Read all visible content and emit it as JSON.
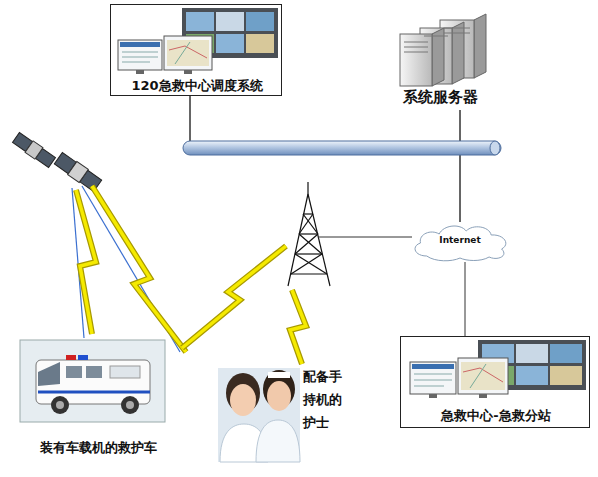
{
  "diagram": {
    "nodes": [
      {
        "text": [
          "120急救中心调度系统"
        ]
      },
      {
        "text": [
          "系统服务器"
        ]
      },
      {
        "text": [
          "Internet"
        ]
      },
      {
        "text": [
          "装有车载机的救护车"
        ]
      },
      {
        "text": [
          "配备手 持机的 护士"
        ]
      },
      {
        "text": [
          "急救中心-急救分站"
        ]
      }
    ],
    "edges": [
      {
        "from": 0,
        "to": 1,
        "arrow": "none"
      },
      {
        "from": 0,
        "to": 2,
        "arrow": "none"
      },
      {
        "from": 1,
        "to": 2,
        "arrow": "none"
      },
      {
        "from": 2,
        "to": 5,
        "arrow": "none"
      }
    ]
  }
}
